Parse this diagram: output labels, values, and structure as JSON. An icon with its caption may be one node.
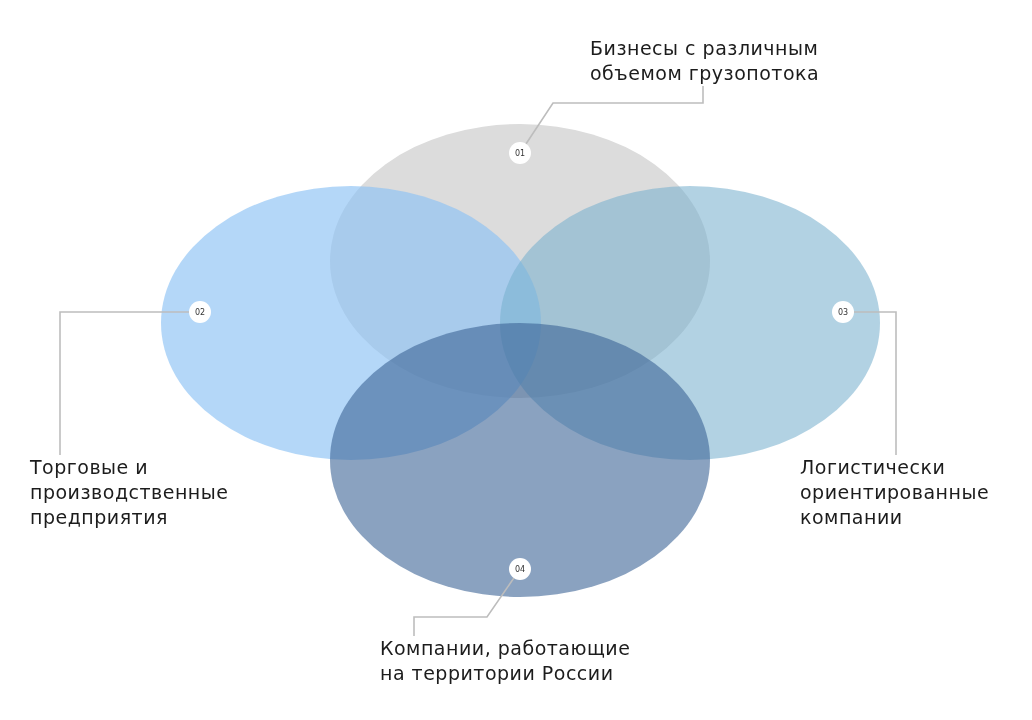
{
  "diagram": {
    "nodes": [
      {
        "text": [
          "Бизнесы с различным объемом грузопотока"
        ]
      },
      {
        "text": [],
        "shape": "ellipse"
      },
      {
        "text": [
          "01"
        ],
        "in": 1
      },
      {
        "text": [],
        "shape": "ellipse"
      },
      {
        "text": [
          "02"
        ],
        "in": 3
      },
      {
        "text": [],
        "shape": "ellipse"
      },
      {
        "text": [
          "03"
        ],
        "in": 5
      },
      {
        "text": [],
        "shape": "ellipse"
      },
      {
        "text": [
          "04"
        ],
        "in": 7
      },
      {
        "text": [
          "Торговые и производственные предприятия"
        ]
      },
      {
        "text": [
          "Логистически ориентированные компании"
        ]
      },
      {
        "text": [
          "Компании, работающие на территории России"
        ]
      }
    ],
    "edges": [
      {
        "from": 0,
        "to": 2,
        "arrow": "none"
      },
      {
        "from": 9,
        "to": 4,
        "arrow": "none"
      },
      {
        "from": 10,
        "to": 6,
        "arrow": "none"
      },
      {
        "from": 11,
        "to": 8,
        "arrow": "none"
      }
    ]
  }
}
